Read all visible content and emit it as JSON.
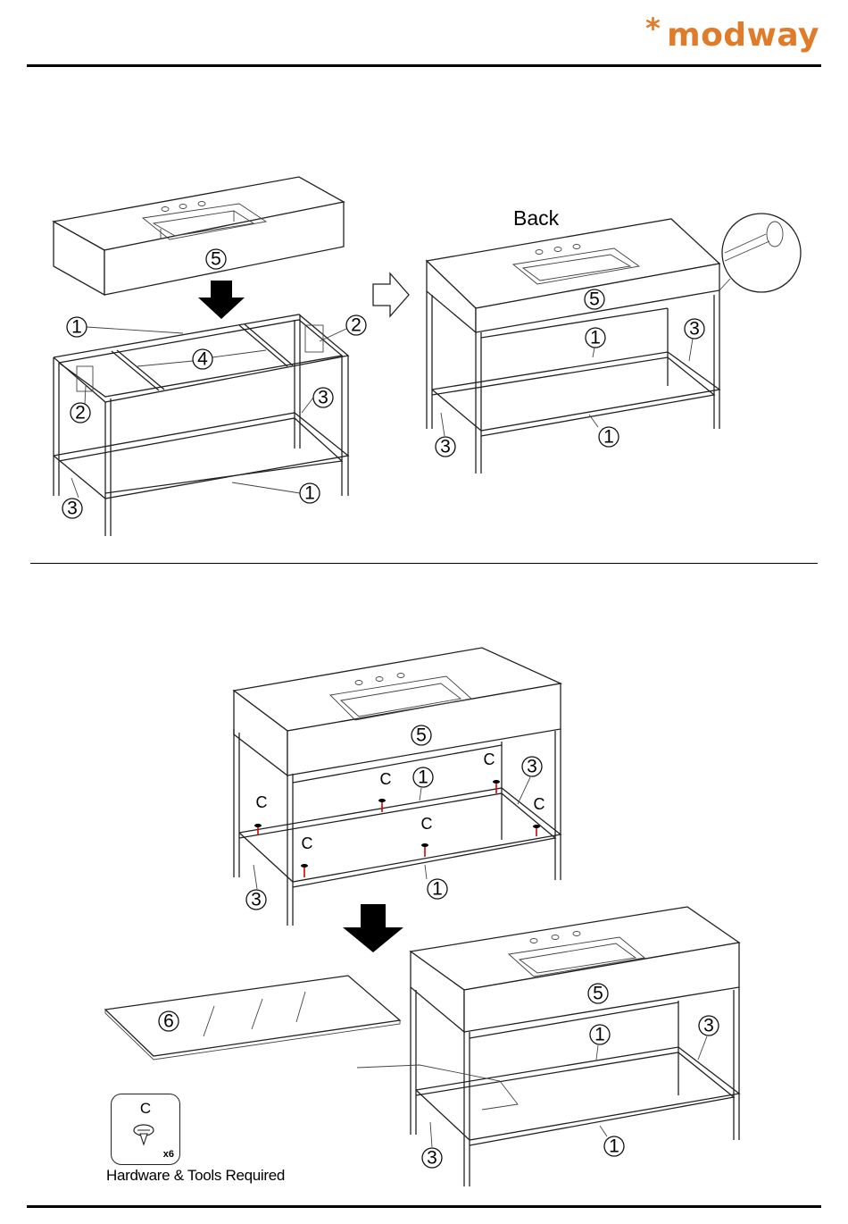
{
  "brand": {
    "logo_star": "*",
    "logo_text": "modway",
    "color": "#e07b2a"
  },
  "step1": {
    "callouts": {
      "top_shelf_rail": "1",
      "bottom_rail": "1",
      "side_bracket_right": "2",
      "side_bracket_left": "2",
      "center_brace": "4",
      "right_leg": "3",
      "left_leg": "3",
      "countertop": "5"
    },
    "result_label": "Back",
    "result_callouts": {
      "countertop": "5",
      "upper_rail": "1",
      "lower_rail": "1",
      "right_leg": "3",
      "left_leg": "3"
    }
  },
  "step2": {
    "callouts": {
      "countertop": "5",
      "rail": "1",
      "bottom_rail": "1",
      "right_leg": "3",
      "left_leg": "3"
    },
    "screw_letter": "C",
    "panel_callout": "6",
    "result_callouts": {
      "countertop": "5",
      "rail": "1",
      "bottom_rail": "1",
      "right_leg": "3",
      "left_leg": "3"
    }
  },
  "hardware": {
    "letter": "C",
    "quantity": "x6",
    "caption": "Hardware & Tools Required"
  },
  "colors": {
    "screw_accent": "#d00000",
    "line": "#222222"
  }
}
